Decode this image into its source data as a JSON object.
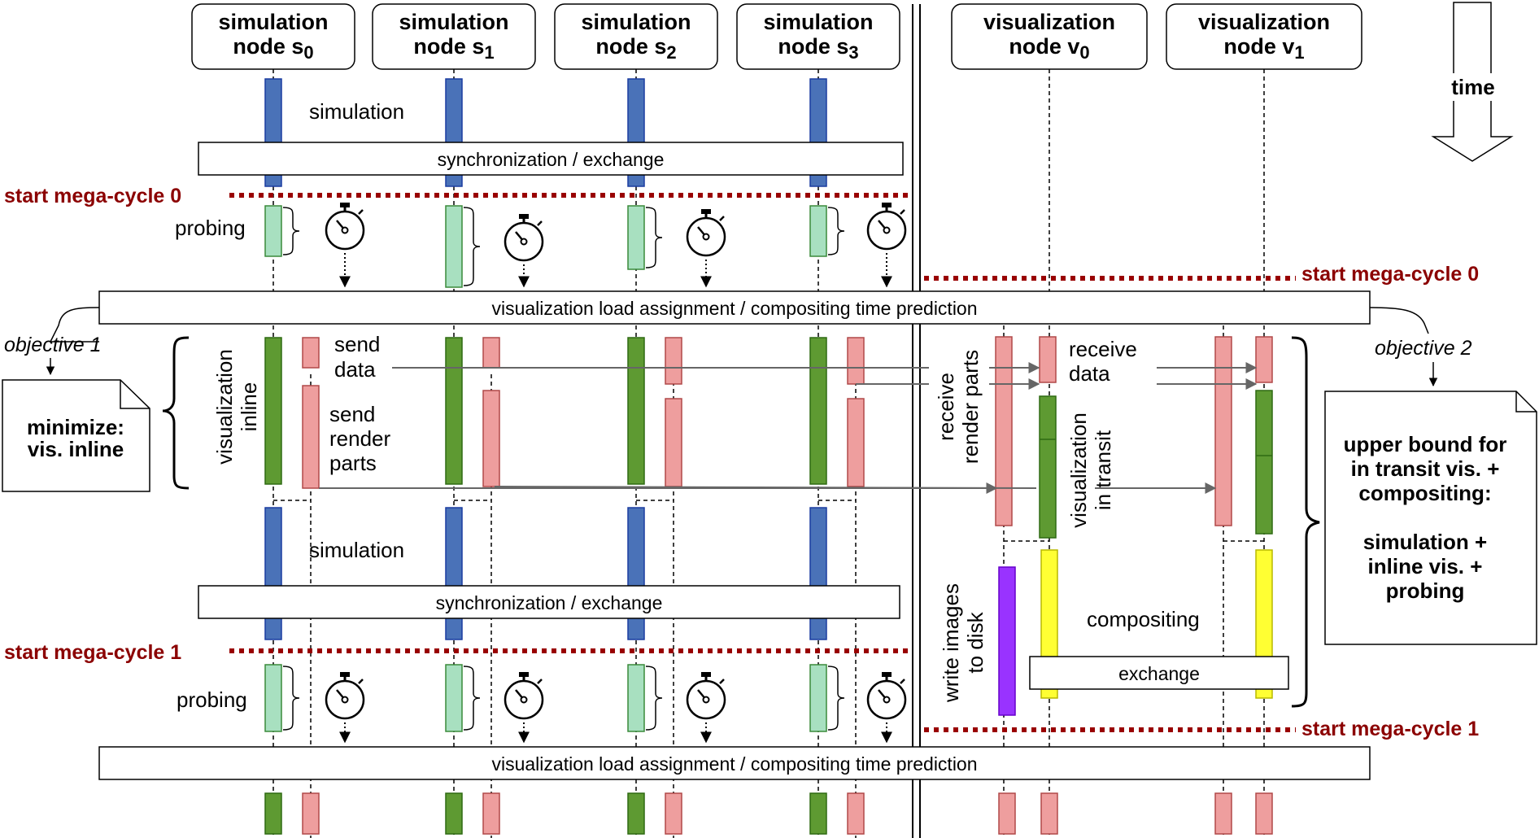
{
  "nodes": {
    "sim": [
      {
        "line1": "simulation",
        "line2": "node s",
        "sub": "0"
      },
      {
        "line1": "simulation",
        "line2": "node s",
        "sub": "1"
      },
      {
        "line1": "simulation",
        "line2": "node s",
        "sub": "2"
      },
      {
        "line1": "simulation",
        "line2": "node s",
        "sub": "3"
      }
    ],
    "vis": [
      {
        "line1": "visualization",
        "line2": "node v",
        "sub": "0"
      },
      {
        "line1": "visualization",
        "line2": "node v",
        "sub": "1"
      }
    ]
  },
  "time_label": "time",
  "labels": {
    "simulation": "simulation",
    "sync_exchange": "synchronization / exchange",
    "probing": "probing",
    "load_assignment": "visualization load assignment / compositing time prediction",
    "start_cycle_0": "start mega-cycle 0",
    "start_cycle_1": "start mega-cycle 1",
    "send_data": [
      "send",
      "data"
    ],
    "send_render_parts": [
      "send",
      "render",
      "parts"
    ],
    "vis_inline": [
      "visualization",
      "inline"
    ],
    "receive_render_parts": [
      "receive",
      "render parts"
    ],
    "receive_data": [
      "receive",
      "data"
    ],
    "vis_in_transit": [
      "visualization",
      "in transit"
    ],
    "write_images": [
      "write images",
      "to disk"
    ],
    "compositing": "compositing",
    "exchange": "exchange"
  },
  "objective1": {
    "title": "objective 1",
    "note": [
      "minimize:",
      "vis. inline"
    ]
  },
  "objective2": {
    "title": "objective 2",
    "note": [
      "upper bound for",
      "in transit vis. +",
      "compositing:",
      "",
      "simulation +",
      "inline vis. +",
      "probing"
    ]
  },
  "colors": {
    "simulation": "#4a72b8",
    "sim_border": "#1a3ca0",
    "vis_inline": "#5e9a32",
    "vis_border": "#2e6a12",
    "probing": "#a8e0c0",
    "probing_border": "#3a8a3a",
    "render": "#ee9e9e",
    "render_border": "#b04848",
    "compositing": "#ffff33",
    "compositing_border": "#b8b800",
    "write_disk": "#9933ff",
    "write_disk_border": "#6600cc",
    "mega_cycle": "#990000"
  }
}
